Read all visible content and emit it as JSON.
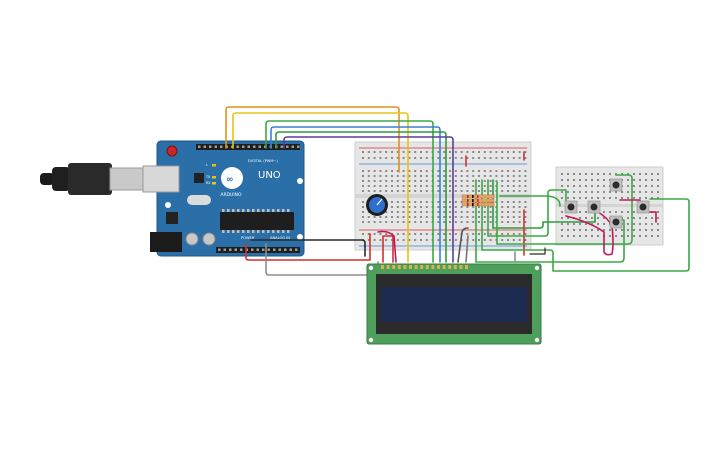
{
  "arduino": {
    "logo_text": "ARDUINO",
    "model": "UNO",
    "digital_label": "DIGITAL (PWM~)",
    "power_label": "POWER",
    "analog_label": "ANALOG IN",
    "led_labels": [
      "TX",
      "RX",
      "L"
    ]
  },
  "lcd": {
    "text_line1": "",
    "text_line2": ""
  },
  "colors": {
    "board_blue": "#2a6fa8",
    "breadboard": "#e6e6e6",
    "lcd_pcb": "#4e9e5c",
    "lcd_screen": "#1c2b4f",
    "wire_orange": "#e0921c",
    "wire_yellow": "#e8c316",
    "wire_green": "#3aa845",
    "wire_blue": "#3b7fd6",
    "wire_purple": "#5a3f9e",
    "wire_red": "#d32f2f",
    "wire_black": "#2b2b2b",
    "wire_gray": "#8e8e8e",
    "wire_magenta": "#c2185b"
  }
}
